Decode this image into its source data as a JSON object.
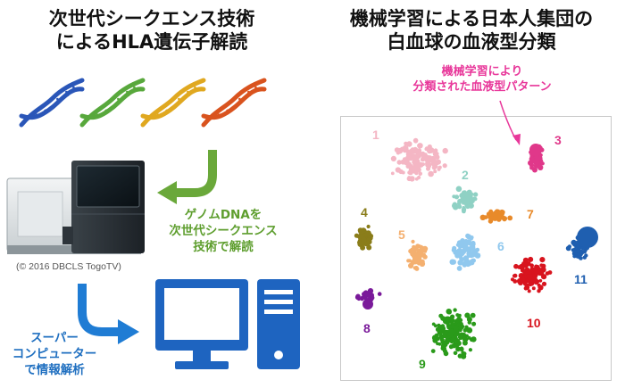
{
  "left": {
    "title_line1": "次世代シークエンス技術",
    "title_line2": "によるHLA遺伝子解読",
    "genome_label_line1": "ゲノムDNAを",
    "genome_label_line2": "次世代シークエンス",
    "genome_label_line3": "技術で解読",
    "credit": "(© 2016 DBCLS TogoTV)",
    "super_label_line1": "スーパー",
    "super_label_line2": "コンピューター",
    "super_label_line3": "で情報解析",
    "dna_colors": [
      "#2a56b8",
      "#58a83c",
      "#e0a820",
      "#d9531e"
    ]
  },
  "right": {
    "title_line1": "機械学習による日本人集団の",
    "title_line2": "白血球の血液型分類",
    "annotation_line1": "機械学習により",
    "annotation_line2": "分類された血液型パターン",
    "clusters": [
      {
        "label": "1",
        "color": "#f4b6c4"
      },
      {
        "label": "2",
        "color": "#8fd1c4"
      },
      {
        "label": "3",
        "color": "#e0388a"
      },
      {
        "label": "4",
        "color": "#8a7d1a"
      },
      {
        "label": "5",
        "color": "#f4b070"
      },
      {
        "label": "6",
        "color": "#90c8ee"
      },
      {
        "label": "7",
        "color": "#e88a2a"
      },
      {
        "label": "8",
        "color": "#7a1a9a"
      },
      {
        "label": "9",
        "color": "#2a9a1a"
      },
      {
        "label": "10",
        "color": "#d8141e"
      },
      {
        "label": "11",
        "color": "#1f5fb0"
      }
    ]
  }
}
